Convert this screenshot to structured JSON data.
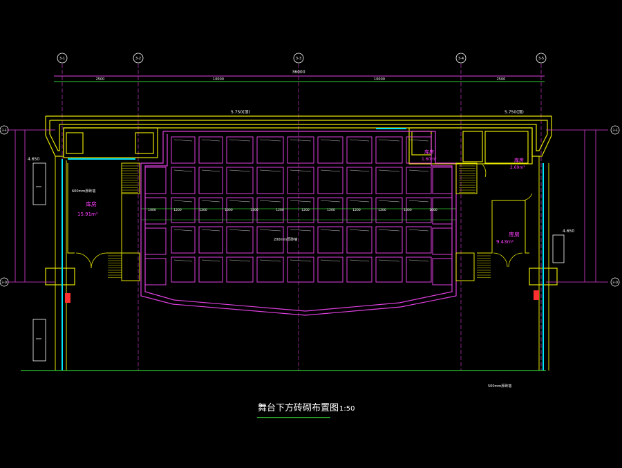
{
  "drawing": {
    "title": "舞台下方砖砌布置图",
    "scale": "1:50",
    "colors": {
      "background": "#000000",
      "wall_yellow": "#e6e600",
      "grid_magenta": "#e040e0",
      "dim_green": "#33cc33",
      "white": "#ffffff",
      "cyan": "#00e5ff",
      "red": "#ff3030"
    },
    "axes_top": [
      "3-1",
      "3-2",
      "3-3",
      "3-4",
      "3-5"
    ],
    "axes_side": [
      "3-E",
      "3-D"
    ],
    "dims_top_total": "36000",
    "dims_top": [
      "2500",
      "10000",
      "10000",
      "2500"
    ],
    "level_labels": {
      "top_left": "5.750(顶)",
      "top_right": "5.750(顶)",
      "left_level": "4.650",
      "right_level": "4.650"
    },
    "rooms": [
      {
        "name": "库房",
        "area": "15.91m²"
      },
      {
        "name": "库房",
        "area": "9.43m²"
      },
      {
        "name": "库房",
        "area": "2.69m²"
      },
      {
        "name": "库房",
        "area": "1.60m²"
      }
    ],
    "notes": {
      "left_note": "600mm厚砖墙",
      "center_note": "200mm厚砖墙",
      "bottom_right_note": "500mm厚砖墙"
    },
    "grid_col_dims": [
      "1000",
      "1200",
      "1200",
      "1000",
      "1200",
      "1200",
      "1200",
      "1200",
      "1200",
      "1200",
      "1000",
      "1000"
    ]
  }
}
